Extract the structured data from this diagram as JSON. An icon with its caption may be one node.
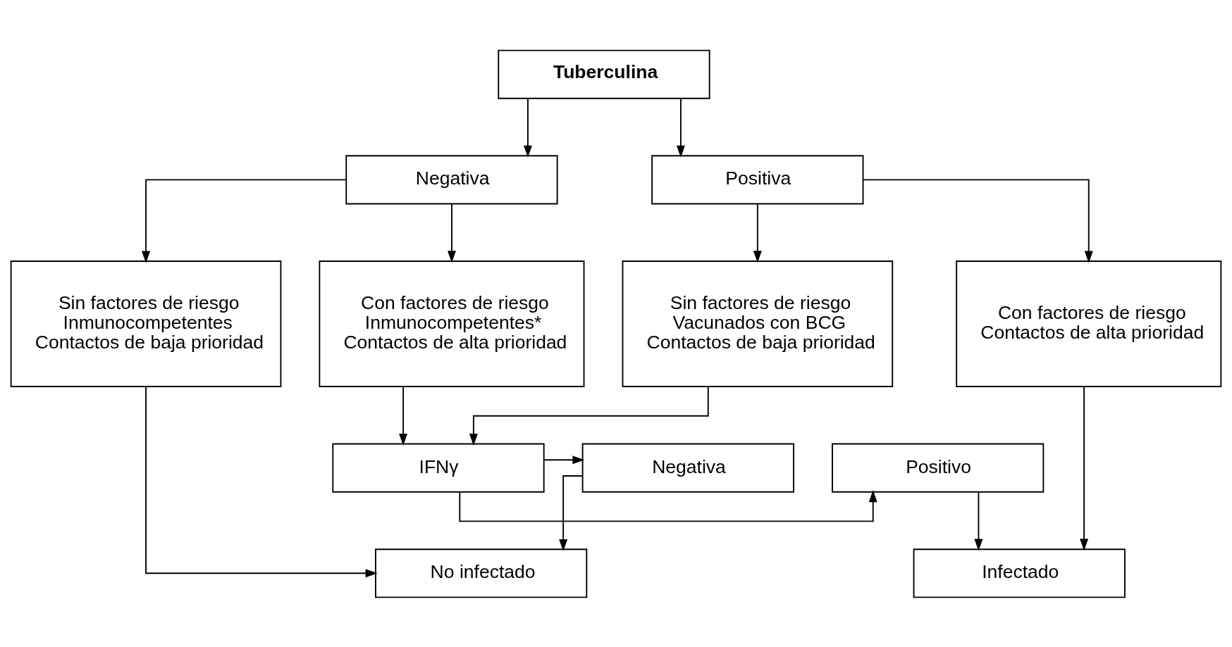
{
  "diagram": {
    "nodes": [
      {
        "text": [
          "Tuberculina"
        ]
      },
      {
        "text": [
          "Negativa"
        ]
      },
      {
        "text": [
          "Positiva"
        ]
      },
      {
        "text": [
          "Sin factores de riesgo",
          "Inmunocompetentes",
          "Contactos de baja prioridad"
        ]
      },
      {
        "text": [
          "Con factores de riesgo",
          "Inmunocompetentes*",
          "Contactos de alta prioridad"
        ]
      },
      {
        "text": [
          "Sin factores de riesgo",
          "Vacunados con BCG",
          "Contactos de baja prioridad"
        ]
      },
      {
        "text": [
          "Con factores de riesgo",
          "Contactos de alta prioridad"
        ]
      },
      {
        "text": [
          "Negativa"
        ]
      },
      {
        "text": [
          "IFNγ"
        ]
      },
      {
        "text": [
          "Positivo"
        ]
      },
      {
        "text": [
          "No infectado"
        ]
      },
      {
        "text": [
          "Infectado"
        ]
      }
    ],
    "edges": [
      {
        "from": 0,
        "to": 1,
        "arrow": "to"
      },
      {
        "from": 0,
        "to": 2,
        "arrow": "to"
      },
      {
        "from": 1,
        "to": 3,
        "arrow": "to"
      },
      {
        "from": 1,
        "to": 4,
        "arrow": "to"
      },
      {
        "from": 2,
        "to": 5,
        "arrow": "to"
      },
      {
        "from": 2,
        "to": 6,
        "arrow": "to"
      },
      {
        "from": 4,
        "to": 8,
        "arrow": "to"
      },
      {
        "from": 5,
        "to": 8,
        "arrow": "to"
      },
      {
        "from": 8,
        "to": 7,
        "arrow": "to"
      },
      {
        "from": 8,
        "to": 9,
        "arrow": "to"
      },
      {
        "from": 7,
        "to": 10,
        "arrow": "to"
      },
      {
        "from": 9,
        "to": 11,
        "arrow": "to"
      },
      {
        "from": 3,
        "to": 10,
        "arrow": "to"
      },
      {
        "from": 6,
        "to": 11,
        "arrow": "to"
      }
    ]
  }
}
